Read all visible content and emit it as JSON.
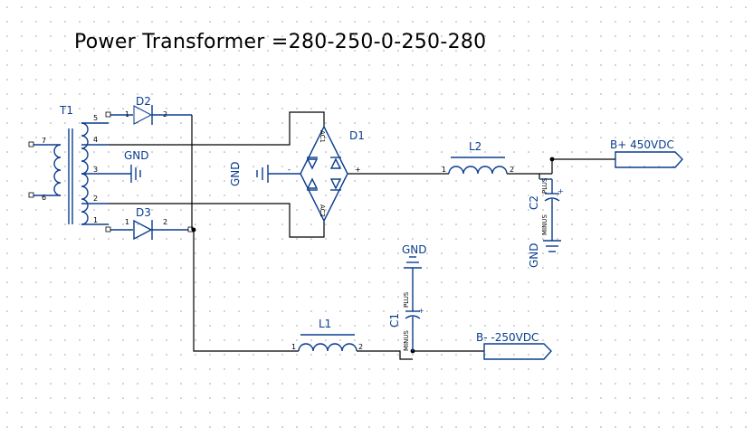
{
  "title": "Power Transformer =280-250-0-250-280",
  "components": {
    "transformer": {
      "ref": "T1",
      "pins": [
        "7",
        "6",
        "5",
        "4",
        "3",
        "2",
        "1"
      ]
    },
    "diode_d2": {
      "ref": "D2",
      "pins": [
        "1",
        "2"
      ]
    },
    "diode_d3": {
      "ref": "D3",
      "pins": [
        "1",
        "2"
      ]
    },
    "bridge": {
      "ref": "D1",
      "ac1": "AC1",
      "ac2": "AC2",
      "plus": "+",
      "minus": "-"
    },
    "inductor_l2": {
      "ref": "L2",
      "pins": [
        "1",
        "2"
      ]
    },
    "inductor_l1": {
      "ref": "L1",
      "pins": [
        "1",
        "2"
      ]
    },
    "capacitor_c2": {
      "ref": "C2",
      "plus_label": "PLUS",
      "minus_label": "MINUS",
      "polarity": "+"
    },
    "capacitor_c1": {
      "ref": "C1",
      "plus_label": "PLUS",
      "minus_label": "MINUS",
      "polarity": "+"
    }
  },
  "ground_labels": {
    "gnd_transformer": "GND",
    "gnd_bridge": "GND",
    "gnd_c2": "GND",
    "gnd_c1": "GND"
  },
  "ports": {
    "b_plus": "B+ 450VDC",
    "b_minus": "B- -250VDC"
  },
  "colors": {
    "symbol": "#0a3d8f",
    "wire": "#000000",
    "grid_dot": "#9aa0a6"
  }
}
